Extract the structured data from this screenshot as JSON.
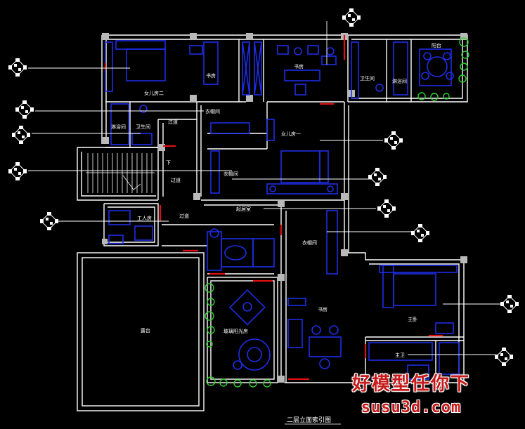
{
  "plan": {
    "title": "二层立面索引图",
    "rooms": {
      "daughter_room_2": "女儿房二",
      "study_top": "书房",
      "study_top2": "书房",
      "cloak_1": "衣帽间",
      "shower_left": "淋浴间",
      "bath_left": "卫生间",
      "passage_1": "过道",
      "daughter_room_1": "女儿房一",
      "cloak_2": "衣帽间",
      "passage_2": "过道",
      "maid_room": "工人房",
      "passage_3": "过道",
      "living_room": "起居室",
      "cloak_3": "衣帽间",
      "bath_right": "卫生间",
      "shower_right": "淋浴间",
      "balcony": "阳台",
      "terrace": "露台",
      "sunroom": "玻璃阳光房",
      "study_bottom": "书房",
      "master_bedroom": "主卧",
      "master_bath": "主卫",
      "stair_down": "下"
    }
  },
  "watermark": {
    "line1": "好模型任你下",
    "line2": "susu3d.com"
  },
  "colors": {
    "wall": "#ffffff",
    "furniture": "#1e2ee6",
    "opening": "#e01010",
    "greenery": "#2ad12a",
    "tag": "#ffffff"
  }
}
